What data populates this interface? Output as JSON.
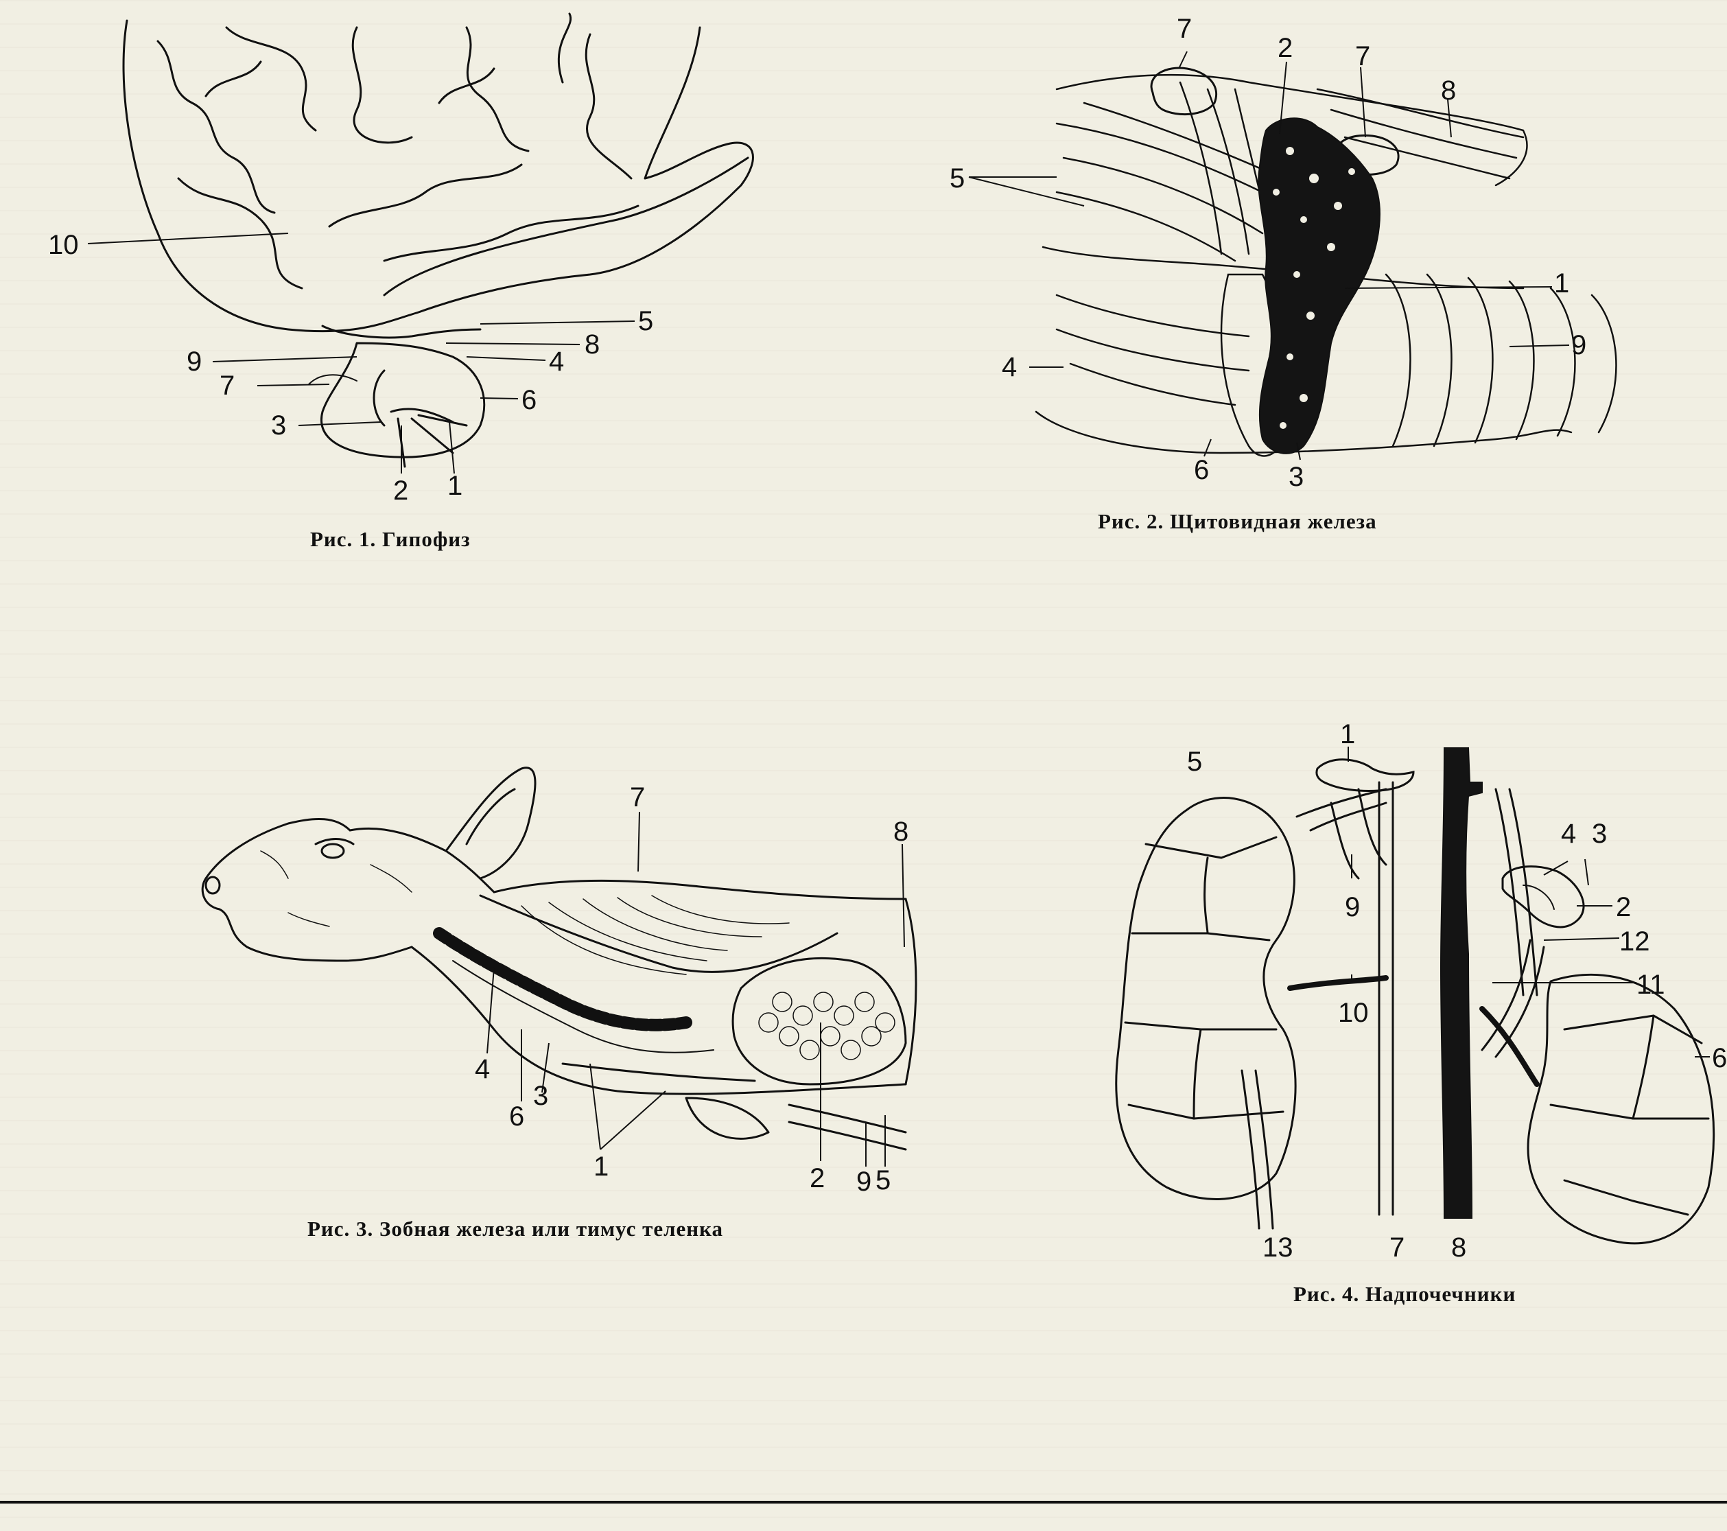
{
  "figures": [
    {
      "caption": "Рис. 1. Гипофиз",
      "labels": [
        "10",
        "5",
        "8",
        "9",
        "4",
        "7",
        "6",
        "3",
        "2",
        "1"
      ]
    },
    {
      "caption": "Рис. 2. Щитовидная железа",
      "labels": [
        "7",
        "2",
        "7",
        "8",
        "5",
        "1",
        "9",
        "4",
        "6",
        "3"
      ]
    },
    {
      "caption": "Рис. 3. Зобная железа или тимус теленка",
      "labels": [
        "7",
        "8",
        "4",
        "6",
        "3",
        "1",
        "2",
        "9",
        "5"
      ]
    },
    {
      "caption": "Рис. 4. Надпочечники",
      "labels": [
        "1",
        "5",
        "4",
        "3",
        "2",
        "9",
        "12",
        "11",
        "10",
        "6",
        "13",
        "7",
        "8"
      ]
    }
  ],
  "colors": {
    "paper": "#f1efe3",
    "ink": "#111111"
  }
}
